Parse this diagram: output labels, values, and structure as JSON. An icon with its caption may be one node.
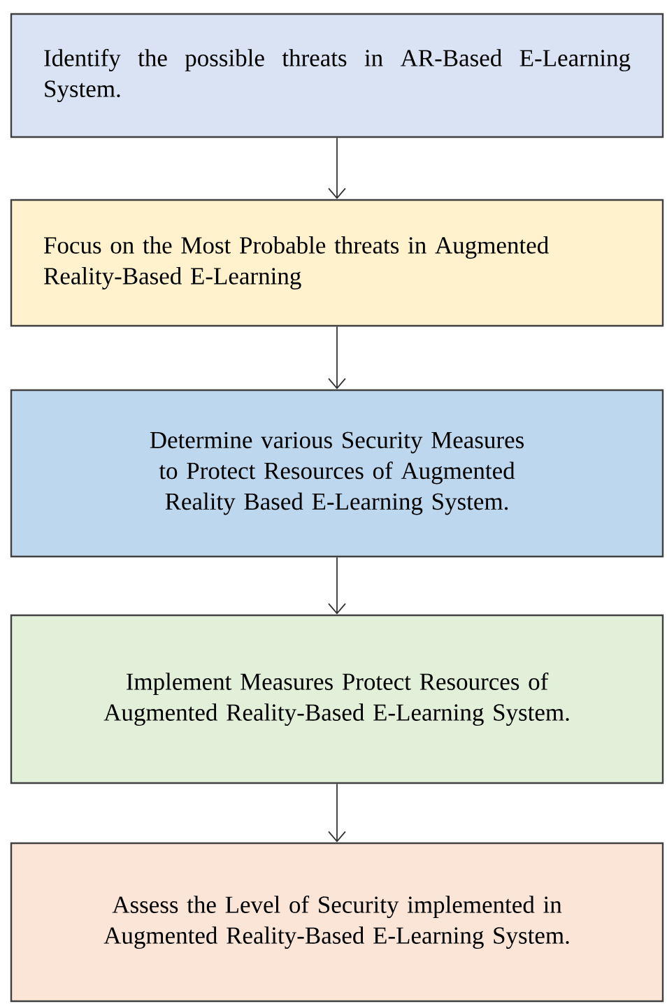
{
  "diagram": {
    "nodes": [
      {
        "text": [
          "Identify the possible threats in AR-Based E-Learning System."
        ]
      },
      {
        "text": [
          "Focus on the Most Probable threats in Augmented Reality-Based E-Learning"
        ]
      },
      {
        "text": [
          "Determine various Security Measures to Protect Resources of Augmented Reality Based E-Learning System."
        ]
      },
      {
        "text": [
          "Implement Measures Protect Resources of Augmented Reality-Based E-Learning System."
        ]
      },
      {
        "text": [
          "Assess the Level of Security implemented in Augmented Reality-Based E-Learning System."
        ]
      }
    ],
    "edges": [
      {
        "from": 0,
        "to": 1,
        "arrow": "to"
      },
      {
        "from": 1,
        "to": 2,
        "arrow": "to"
      },
      {
        "from": 2,
        "to": 3,
        "arrow": "to"
      },
      {
        "from": 3,
        "to": 4,
        "arrow": "to"
      }
    ]
  }
}
